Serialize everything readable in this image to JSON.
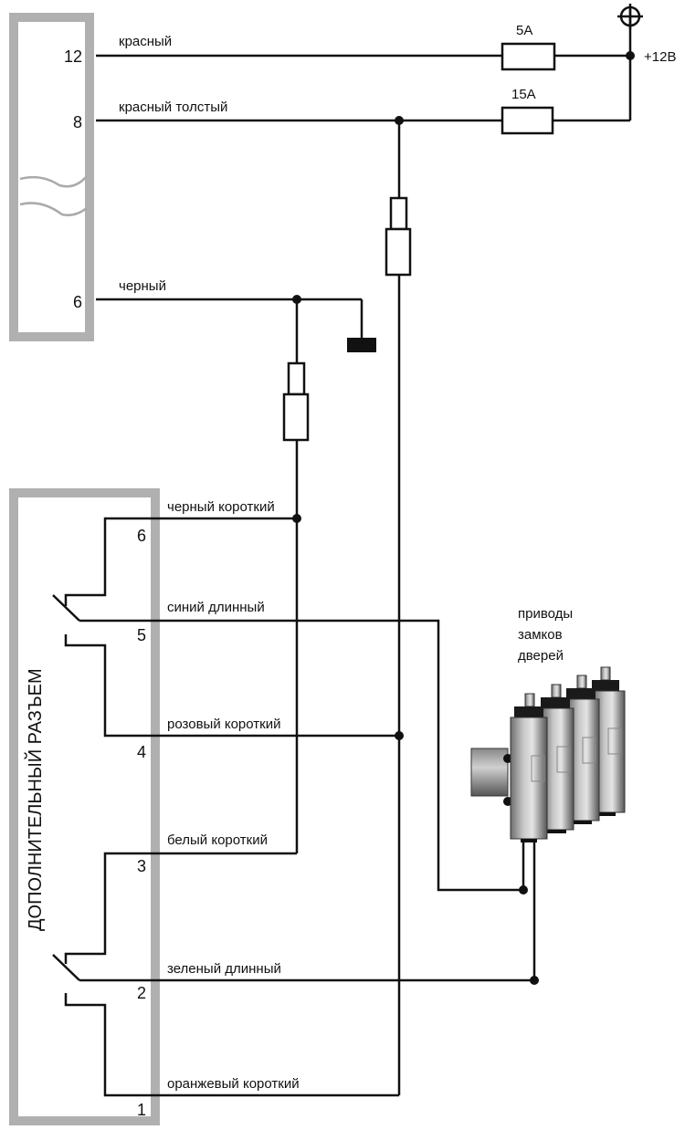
{
  "main_connector": {
    "pins": [
      {
        "number": "12",
        "wire_label": "красный"
      },
      {
        "number": "8",
        "wire_label": "красный толстый"
      },
      {
        "number": "6",
        "wire_label": "черный"
      }
    ]
  },
  "fuses": [
    {
      "rating": "5A"
    },
    {
      "rating": "15A"
    }
  ],
  "power": {
    "label": "+12В"
  },
  "extra_connector": {
    "title": "ДОПОЛНИТЕЛЬНЫЙ РАЗЪЕМ",
    "pins": [
      {
        "number": "6",
        "wire_label": "черный короткий"
      },
      {
        "number": "5",
        "wire_label": "синий длинный"
      },
      {
        "number": "4",
        "wire_label": "розовый короткий"
      },
      {
        "number": "3",
        "wire_label": "белый короткий"
      },
      {
        "number": "2",
        "wire_label": "зеленый длинный"
      },
      {
        "number": "1",
        "wire_label": "оранжевый короткий"
      }
    ]
  },
  "actuators": {
    "label_lines": [
      "приводы",
      "замков",
      "дверей"
    ],
    "count": 4
  },
  "colors": {
    "wire": "#111111",
    "frame": "#b0b0b0"
  }
}
